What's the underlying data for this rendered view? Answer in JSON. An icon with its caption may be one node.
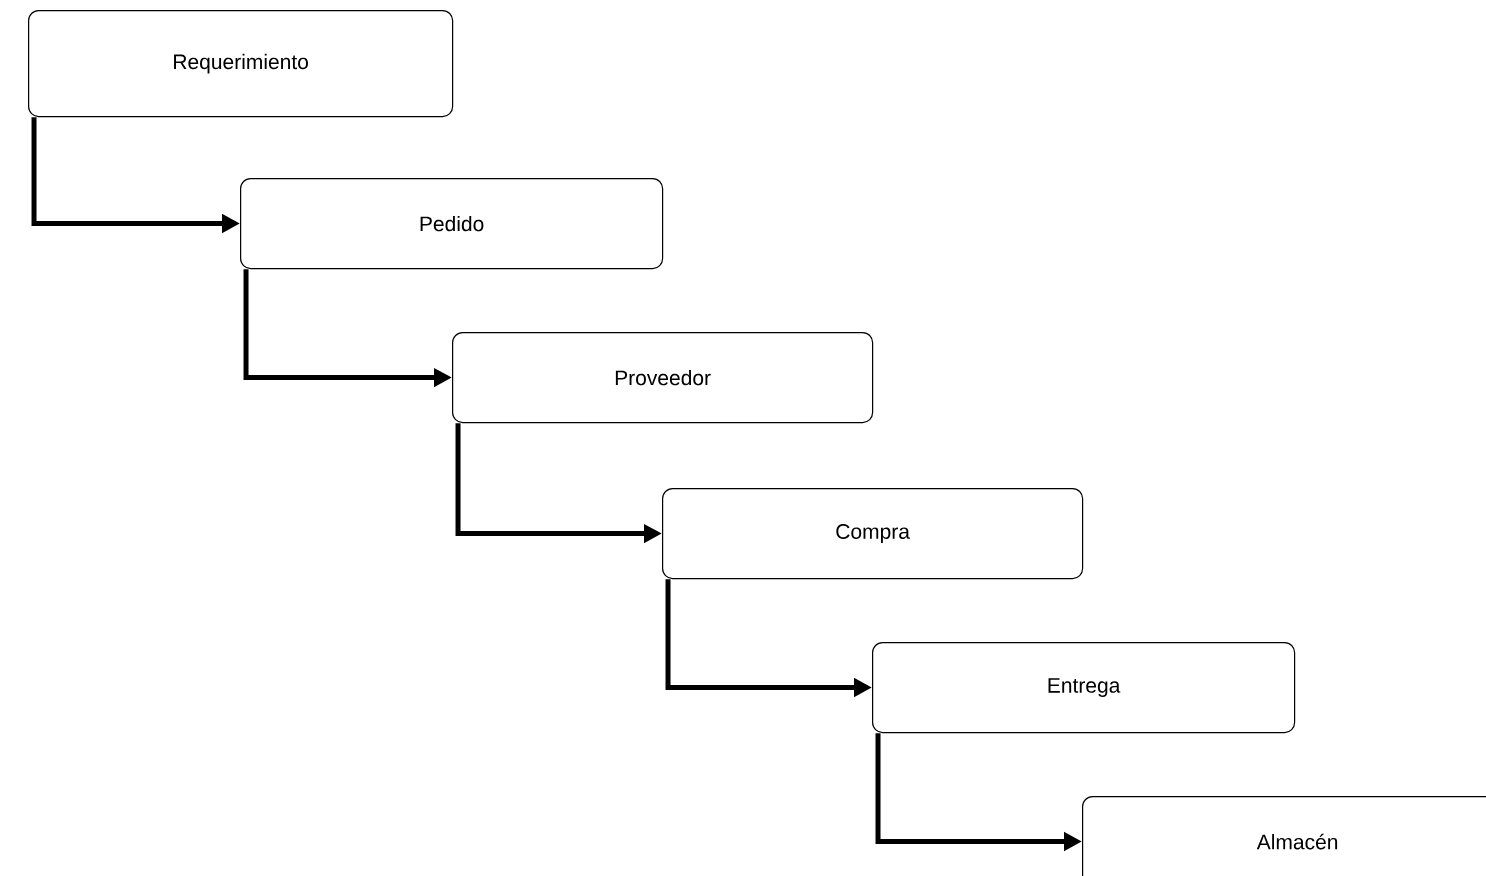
{
  "diagram": {
    "nodes": [
      {
        "text": [
          "Requerimiento"
        ]
      },
      {
        "text": [
          "Pedido"
        ]
      },
      {
        "text": [
          "Proveedor"
        ]
      },
      {
        "text": [
          "Compra"
        ]
      },
      {
        "text": [
          "Entrega"
        ]
      },
      {
        "text": [
          "Almacén"
        ]
      }
    ],
    "edges": [
      {
        "from": 0,
        "to": 1,
        "arrow": "to"
      },
      {
        "from": 1,
        "to": 2,
        "arrow": "to"
      },
      {
        "from": 2,
        "to": 3,
        "arrow": "to"
      },
      {
        "from": 3,
        "to": 4,
        "arrow": "to"
      },
      {
        "from": 4,
        "to": 5,
        "arrow": "to"
      }
    ]
  }
}
